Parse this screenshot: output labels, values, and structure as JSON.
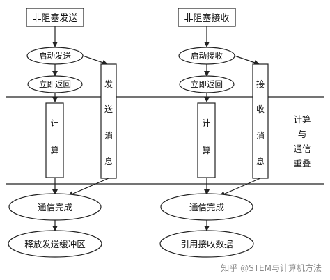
{
  "left": {
    "title": "非阻塞发送",
    "start": "启动发送",
    "return": "立即返回",
    "compute": [
      "计",
      "算"
    ],
    "message": [
      "发",
      "送",
      "消",
      "息"
    ],
    "complete": "通信完成",
    "release": "释放发送缓冲区"
  },
  "right": {
    "title": "非阻塞接收",
    "start": "启动接收",
    "return": "立即返回",
    "compute": [
      "计",
      "算"
    ],
    "message": [
      "接",
      "收",
      "消",
      "息"
    ],
    "complete": "通信完成",
    "release": "引用接收数据"
  },
  "overlap": [
    "计算",
    "与",
    "通信",
    "重叠"
  ],
  "watermark": "知乎 @STEM与计算机方法"
}
